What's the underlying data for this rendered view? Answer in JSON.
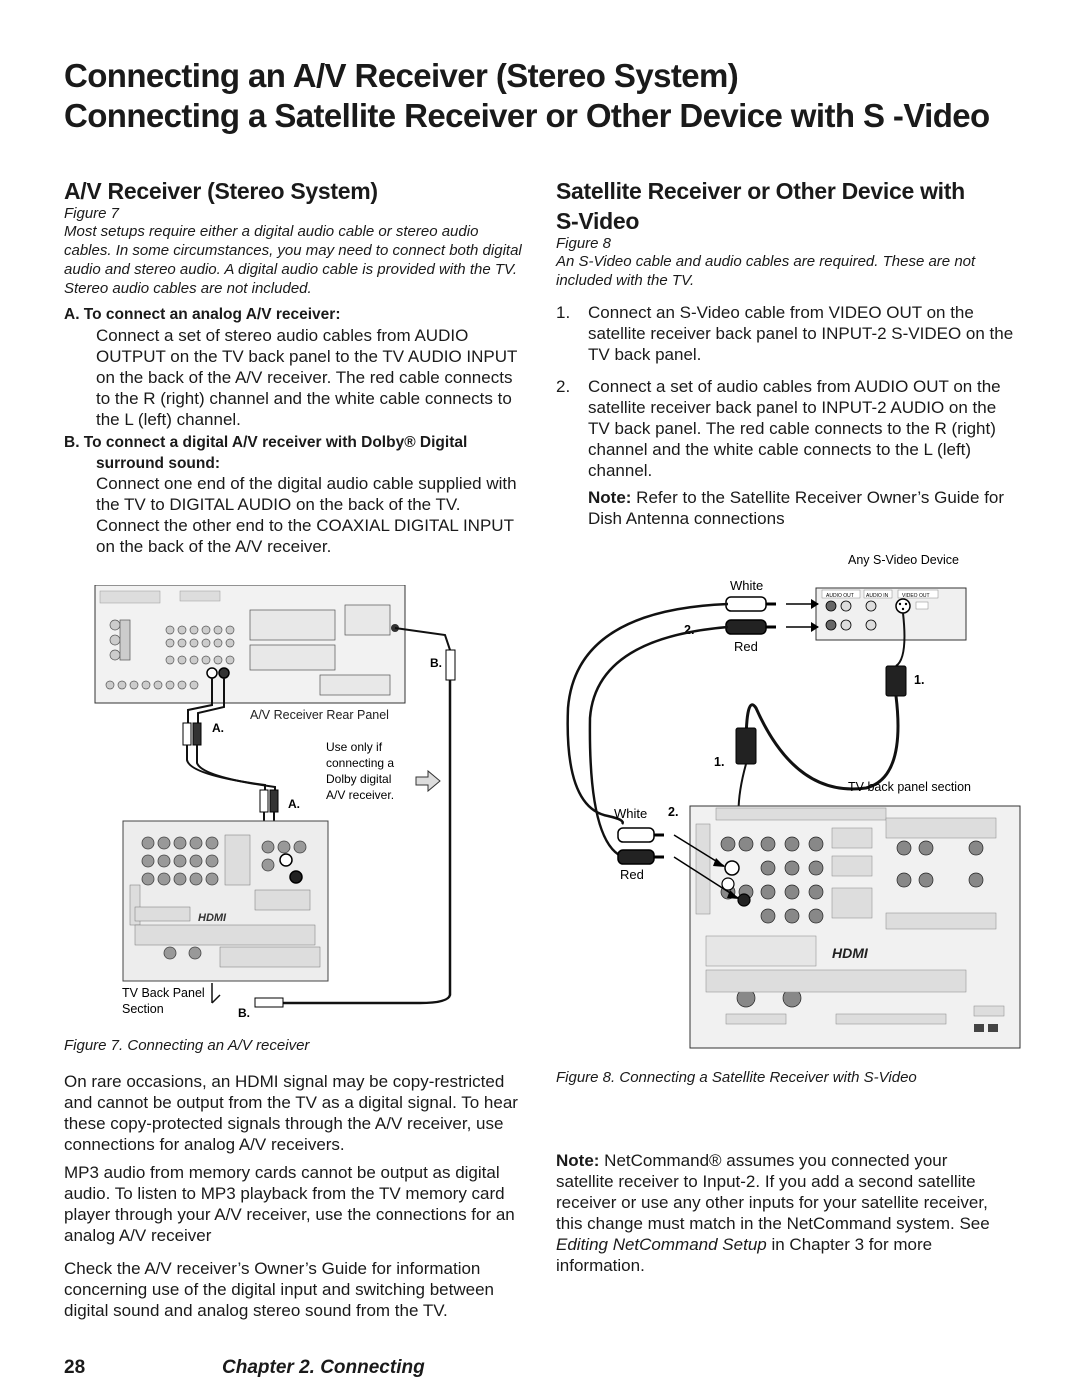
{
  "titles": {
    "line1": "Connecting an A/V Receiver (Stereo System)",
    "line2": "Connecting a Satellite Receiver or Other Device with S -Video"
  },
  "left": {
    "heading": "A/V Receiver (Stereo System)",
    "figure_ref": "Figure 7",
    "intro": "Most setups require either a digital audio cable or stereo audio cables. In some circumstances, you may need to connect both digital audio and stereo audio.  A digital audio cable is provided with the TV.  Stereo audio cables are not included.",
    "stepA_head": "A.  To connect an analog A/V receiver:",
    "stepA_body": "Connect a set of stereo audio cables from AUDIO OUTPUT on the TV back panel to the TV AUDIO INPUT on the back of the A/V receiver.  The red cable connects to the R (right) channel and the white cable connects to the L (left) channel.",
    "stepB_head": "B.  To connect a digital A/V receiver with Dolby® Digital surround sound:",
    "stepB_body": "Connect one end of the digital audio cable supplied with the TV to DIGITAL AUDIO on the back of the TV.  Connect the other end to the COAXIAL DIGITAL INPUT on the back of the  A/V receiver.",
    "caption": "Figure 7.  Connecting an A/V receiver",
    "para1": "On rare occasions, an HDMI signal may be copy-restricted and cannot be output from the TV as a digital signal.  To hear these copy-protected signals through the A/V receiver, use connections for analog A/V receivers.",
    "para2": "MP3 audio from memory cards cannot be output as digital audio.  To listen to MP3 playback from the TV memory card player through your A/V receiver, use the connections for an analog A/V receiver",
    "para3": "Check the A/V receiver’s Owner’s Guide for information concerning use of the digital input and switching between digital sound and analog stereo sound from the TV."
  },
  "right": {
    "heading_line1": "Satellite Receiver or Other Device with",
    "heading_line2": "S-Video",
    "figure_ref": "Figure 8",
    "intro": "An S-Video cable and audio cables are required.  These are not included with the TV.",
    "step1_num": "1.",
    "step1": "Connect an S-Video cable from VIDEO OUT on the satellite receiver back panel to INPUT-2 S-VIDEO  on the TV back panel.",
    "step2_num": "2.",
    "step2": "Connect a set of audio cables from AUDIO OUT on the satellite receiver back panel to INPUT-2 AUDIO on the TV back panel.  The red cable connects to the R (right) channel and the white cable connects to the L (left) channel.",
    "note1_label": "Note:",
    "note1": " Refer to the Satellite Receiver Owner’s Guide for Dish Antenna connections",
    "caption": "Figure 8.  Connecting a Satellite Receiver with S-Video",
    "note2_label": "Note:",
    "note2_a": "  NetCommand® assumes you connected your satellite receiver to Input-2.  If you add a second satellite receiver or use any other inputs for your satellite receiver, this change must match in the NetCommand system.  See ",
    "note2_italic": "Editing NetCommand Setup",
    "note2_b": " in Chapter 3 for more information."
  },
  "fig7": {
    "av_rear_panel": "A/V Receiver Rear Panel",
    "label_a": "A.",
    "label_b": "B.",
    "use_only_1": "Use only if",
    "use_only_2": "connecting a",
    "use_only_3": "Dolby digital",
    "use_only_4": "A/V receiver.",
    "tv_back_1": "TV Back Panel",
    "tv_back_2": "Section",
    "hdmi": "HDMI"
  },
  "fig8": {
    "any_device": "Any S-Video Device",
    "white": "White",
    "red": "Red",
    "num1": "1.",
    "num2": "2.",
    "tv_back_section": "TV back panel section",
    "audio_out": "AUDIO OUT",
    "audio_in": "AUDIO IN",
    "video_out": "VIDEO OUT",
    "hdmi": "HDMI"
  },
  "footer": {
    "page_number": "28",
    "chapter": "Chapter 2. Connecting"
  }
}
